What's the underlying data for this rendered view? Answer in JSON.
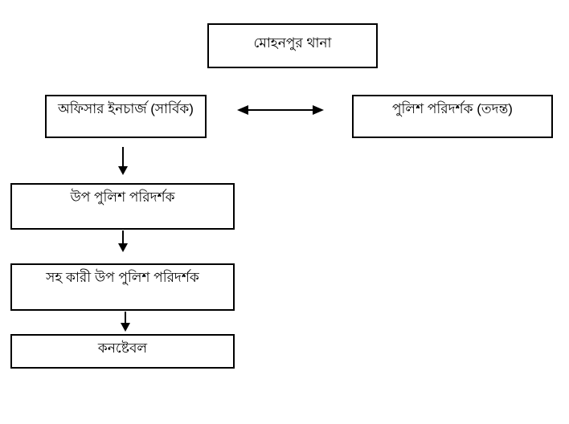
{
  "diagram": {
    "type": "org-chart",
    "colors": {
      "background": "#ffffff",
      "box_border": "#000000",
      "text": "#000000",
      "arrow": "#000000"
    },
    "nodes": [
      {
        "id": "thana",
        "label": "মোহনপুর থানা"
      },
      {
        "id": "oc",
        "label": "অফিসার ইনচার্জ (সার্বিক)"
      },
      {
        "id": "pi",
        "label": "পুলিশ পরিদর্শক (তদন্ত)"
      },
      {
        "id": "si",
        "label": "উপ পুলিশ পরিদর্শক"
      },
      {
        "id": "asi",
        "label": "সহ কারী উপ পুলিশ পরিদর্শক"
      },
      {
        "id": "constable",
        "label": "কনষ্টেবল"
      }
    ],
    "edges": [
      {
        "from": "oc",
        "to": "pi",
        "style": "double-headed-horizontal"
      },
      {
        "from": "oc",
        "to": "si",
        "style": "down-arrow"
      },
      {
        "from": "si",
        "to": "asi",
        "style": "down-arrow"
      },
      {
        "from": "asi",
        "to": "constable",
        "style": "down-arrow"
      }
    ]
  }
}
